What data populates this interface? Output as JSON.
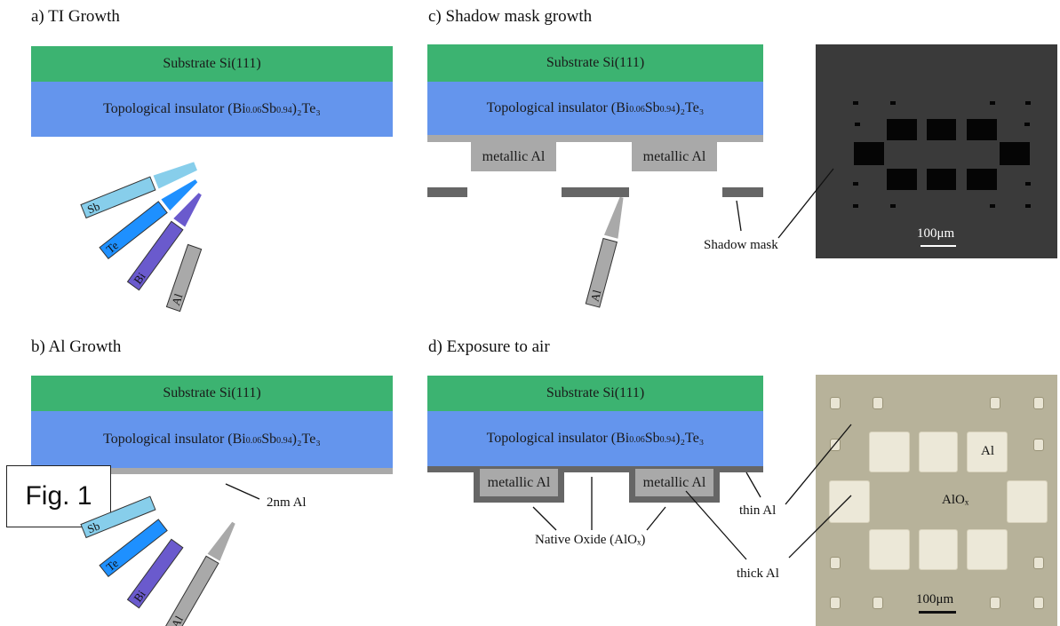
{
  "panels": {
    "a_title": "a) TI Growth",
    "b_title": "b) Al Growth",
    "c_title": "c) Shadow mask growth",
    "d_title": "d) Exposure to air"
  },
  "layers": {
    "substrate": "Substrate Si(111)",
    "ti_prefix": "Topological insulator (Bi",
    "ti_sub1": "0.06",
    "ti_mid": "Sb",
    "ti_sub2": "0.94",
    "ti_suffix": ")₂Te₃"
  },
  "labels": {
    "metallic_al": "metallic Al",
    "shadow_mask": "Shadow mask",
    "two_nm_al": "2nm Al",
    "native_oxide": "Native Oxide (AlOₓ)",
    "thin_al": "thin Al",
    "thick_al": "thick Al",
    "fig": "Fig. 1"
  },
  "sources": {
    "sb": "Sb",
    "te": "Te",
    "bi": "Bi",
    "al": "Al"
  },
  "micrographs": {
    "scale_sem": "100μm",
    "scale_opt": "100μm",
    "al_label": "Al",
    "alox_label": "AlOₓ"
  },
  "colors": {
    "substrate": "#3cb371",
    "ti": "#6495ed",
    "aluminum": "#a9a9a9",
    "mask": "#666666",
    "sb_source": "#87ceeb",
    "te_source": "#1e90ff",
    "bi_source": "#6a5acd",
    "al_source": "#a9a9a9"
  }
}
